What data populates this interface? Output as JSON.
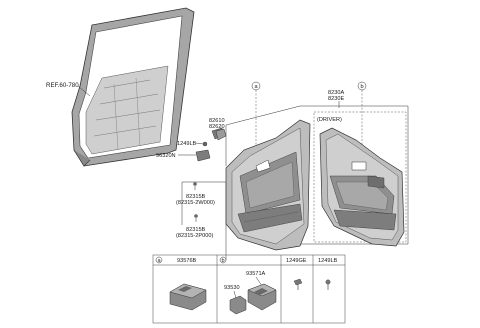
{
  "labels": {
    "ref": "REF.60-780",
    "p82610": "82610",
    "p82620": "82620",
    "p1249lb": "1249LB",
    "p96320n": "96320N",
    "p82315b_1": "82315B",
    "p82315b_1_alt": "(82315-2W000)",
    "p82315b_2": "82315B",
    "p82315b_2_alt": "(82315-2P000)",
    "p8230a": "8230A",
    "p8230e": "8230E",
    "driver": "(DRIVER)"
  },
  "callouts": {
    "a": "a",
    "b": "b"
  },
  "parts_table": {
    "cells": [
      {
        "ref": "a",
        "code": "93576B"
      },
      {
        "ref": "b",
        "code": ""
      },
      {
        "ref": "",
        "code": "1249GE"
      },
      {
        "ref": "",
        "code": "1249LB"
      }
    ],
    "sub_labels": {
      "p93571a": "93571A",
      "p93530": "93530"
    }
  },
  "colors": {
    "line": "#333333",
    "panel_fill": "#c8c8c8",
    "panel_dark": "#8c8c8c",
    "frame_fill": "#9a9a9a"
  }
}
